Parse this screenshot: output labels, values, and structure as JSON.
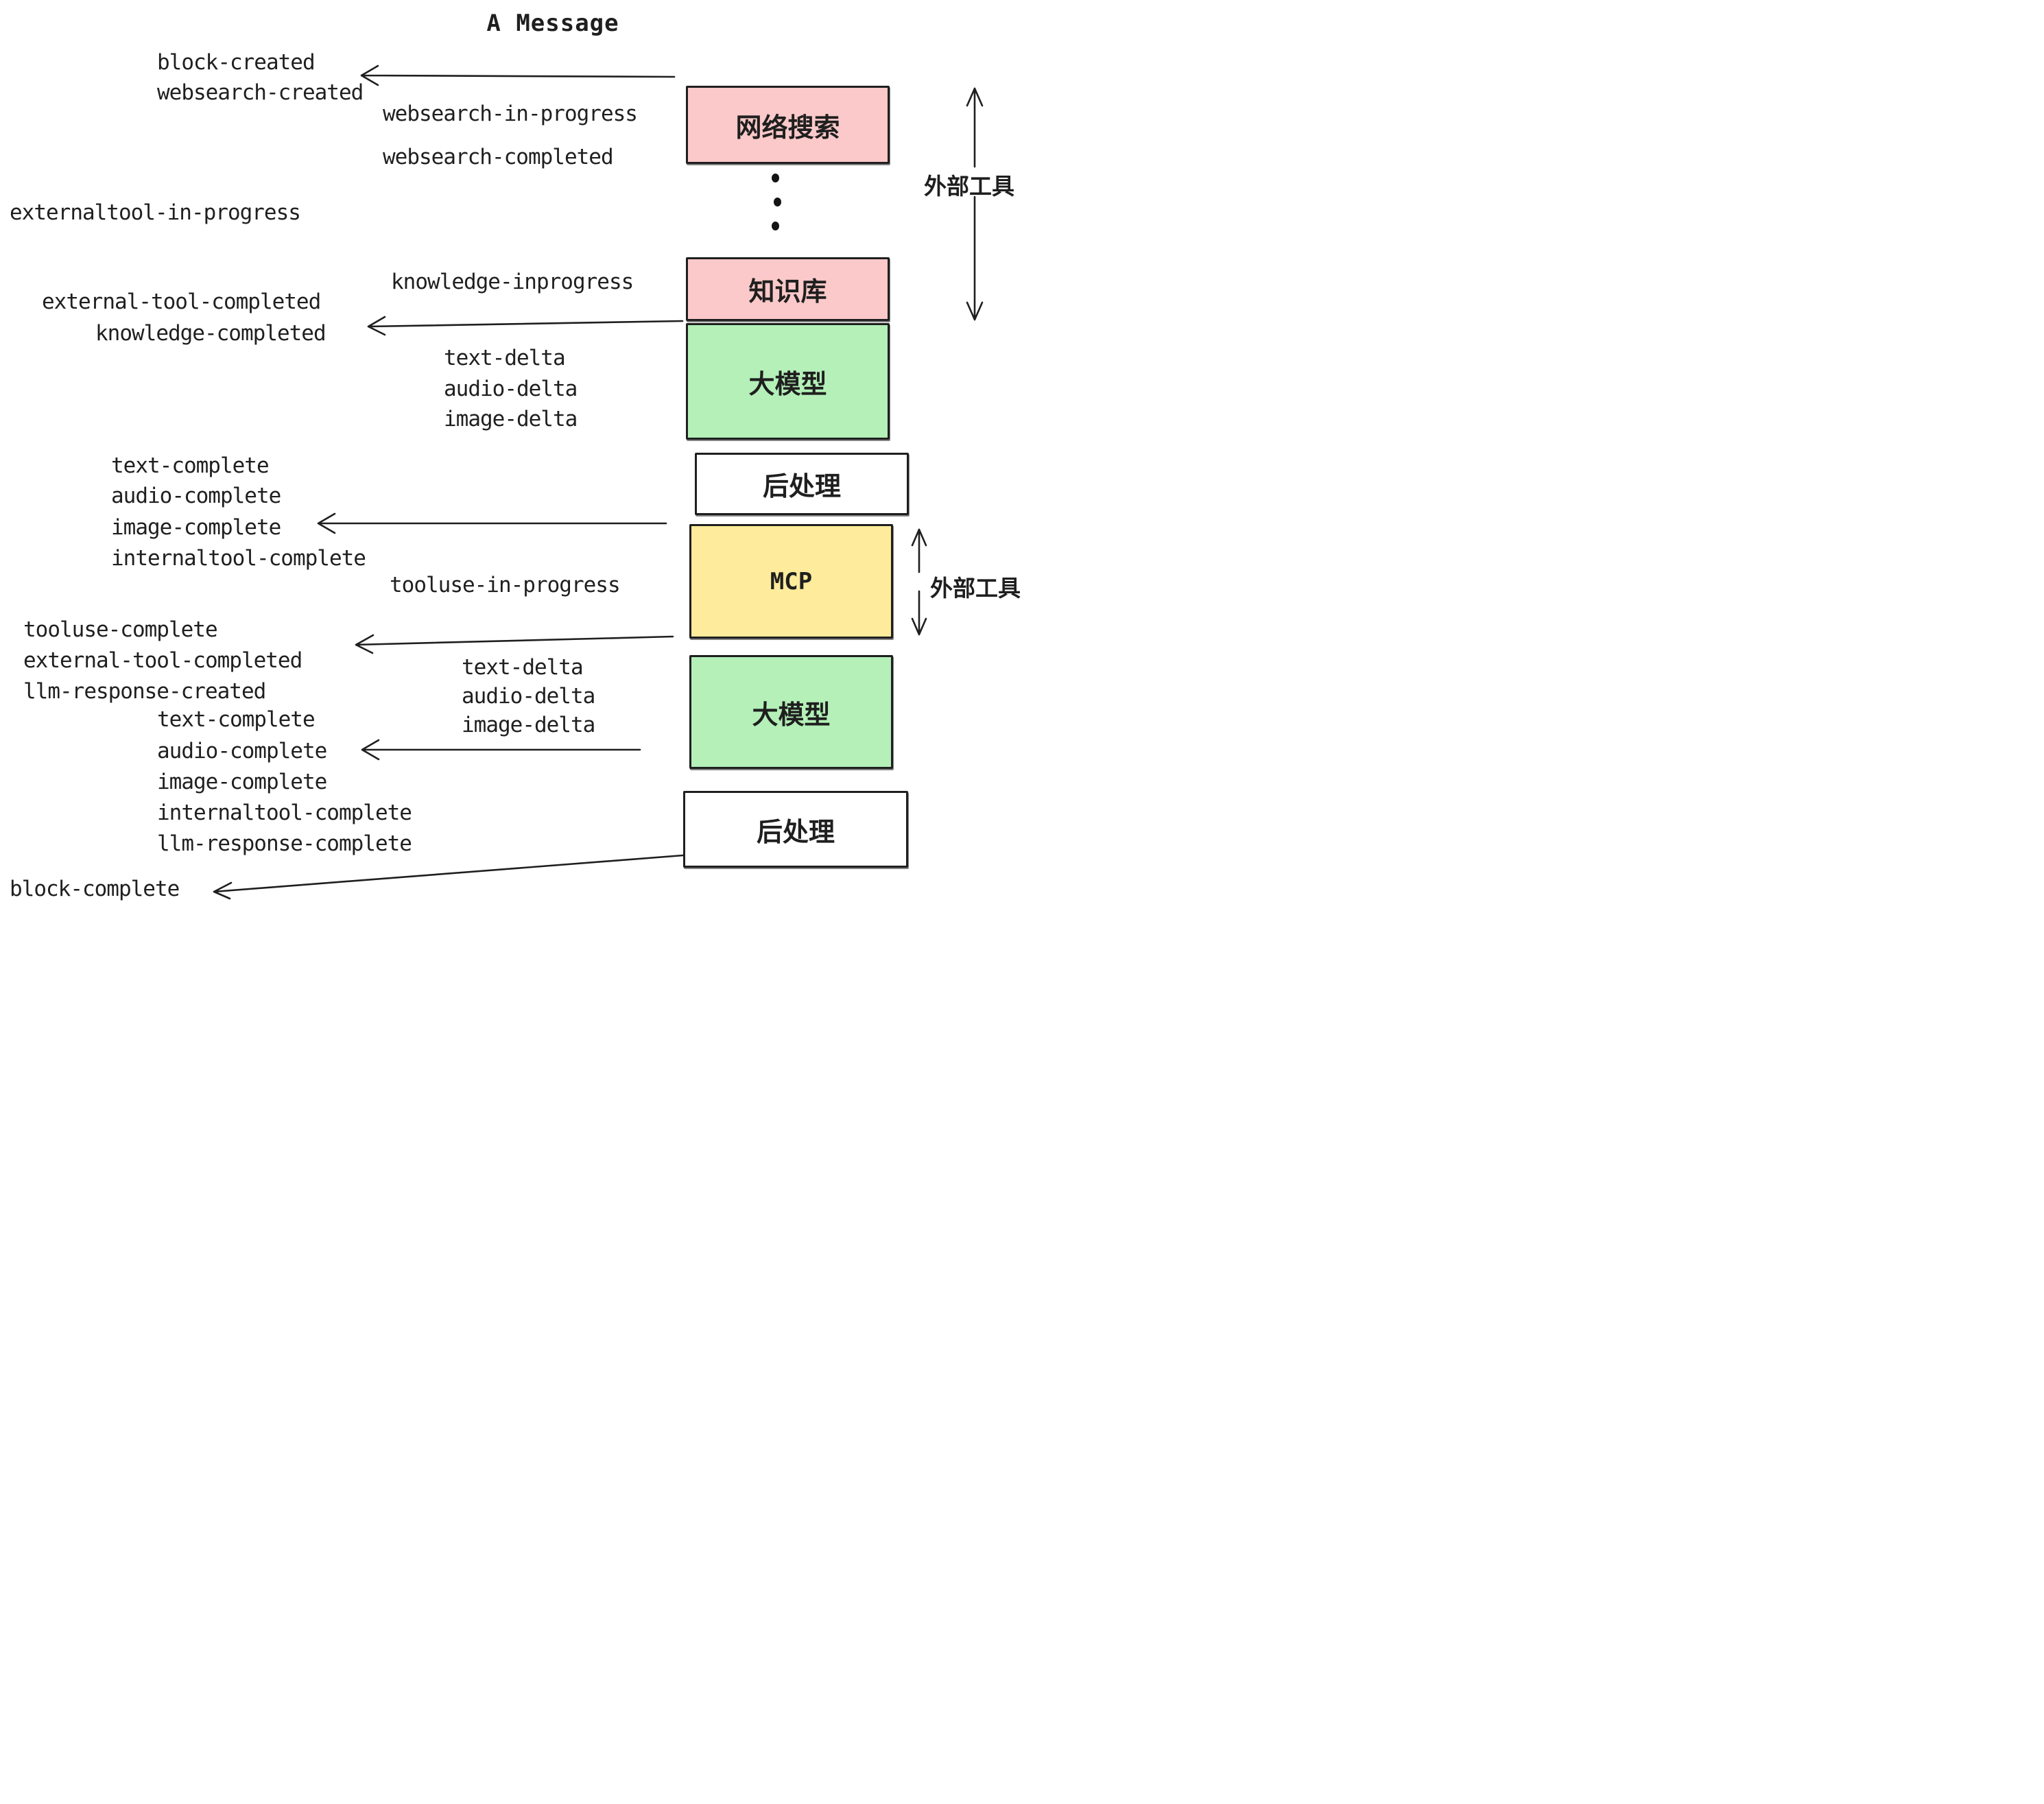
{
  "title": "A Message",
  "colors": {
    "pink_box": "#fbc9c9",
    "green_box": "#b4f0b8",
    "yellow_box": "#feeb9b",
    "white_box": "#ffffff",
    "ink": "#1f1f1f"
  },
  "boxes": {
    "websearch": "网络搜索",
    "knowledge": "知识库",
    "llm1": "大模型",
    "post1": "后处理",
    "mcp": "MCP",
    "llm2": "大模型",
    "post2": "后处理"
  },
  "side_labels": {
    "external_tools_top": "外部工具",
    "external_tools_mid": "外部工具"
  },
  "glyphs": {
    "dot": "●"
  },
  "events": {
    "block_created": "block-created",
    "websearch_created": "websearch-created",
    "websearch_in_progress": "websearch-in-progress",
    "websearch_completed": "websearch-completed",
    "externaltool_in_progress": "externaltool-in-progress",
    "knowledge_inprogress": "knowledge-inprogress",
    "external_tool_completed_1": "external-tool-completed",
    "knowledge_completed": "knowledge-completed",
    "text_delta_1": "text-delta",
    "audio_delta_1": "audio-delta",
    "image_delta_1": "image-delta",
    "text_complete_1": "text-complete",
    "audio_complete_1": "audio-complete",
    "image_complete_1": "image-complete",
    "internaltool_complete_1": "internaltool-complete",
    "tooluse_in_progress": "tooluse-in-progress",
    "tooluse_complete": "tooluse-complete",
    "external_tool_completed_2": "external-tool-completed",
    "llm_response_created": "llm-response-created",
    "text_delta_2": "text-delta",
    "audio_delta_2": "audio-delta",
    "image_delta_2": "image-delta",
    "text_complete_2": "text-complete",
    "audio_complete_2": "audio-complete",
    "image_complete_2": "image-complete",
    "internaltool_complete_2": "internaltool-complete",
    "llm_response_complete": "llm-response-complete",
    "block_complete": "block-complete"
  }
}
